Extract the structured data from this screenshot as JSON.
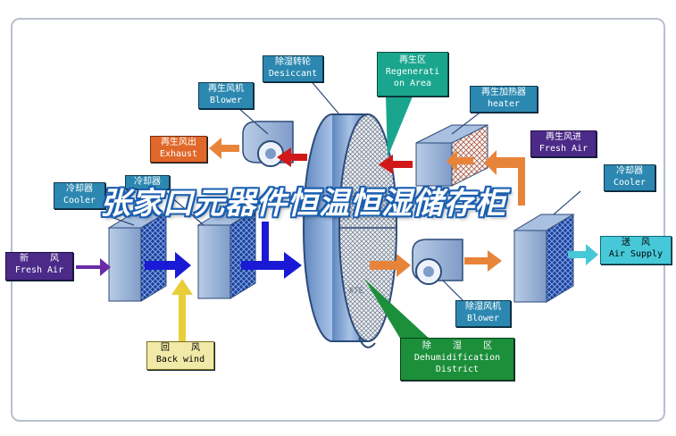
{
  "overlay_title": "张家口元器件恒温恒湿储存柜",
  "labels": {
    "desiccant": {
      "cn": "除湿转轮",
      "en": "Desiccant"
    },
    "regeneration_area": {
      "cn": "再生区",
      "en1": "Regenerati",
      "en2": "on Area"
    },
    "regen_blower": {
      "cn": "再生风机",
      "en": "Blower"
    },
    "regen_heater": {
      "cn": "再生加热器",
      "en": "heater"
    },
    "regen_exhaust": {
      "cn": "再生风出",
      "en": "Exhaust"
    },
    "regen_fresh_air": {
      "cn": "再生风进",
      "en": "Fresh Air"
    },
    "cooler_left": {
      "cn": "冷却器",
      "en": "Cooler"
    },
    "cooler_left2": {
      "cn": "冷却器"
    },
    "cooler_right": {
      "cn": "冷却器",
      "en": "Cooler"
    },
    "fresh_air_in": {
      "cn": "新    风",
      "en": "Fresh Air"
    },
    "air_supply": {
      "cn": "送  风",
      "en": "Air Supply"
    },
    "dehum_blower": {
      "cn": "除湿风机",
      "en": "Blower"
    },
    "back_wind": {
      "cn": "回    风",
      "en": "Back wind"
    },
    "dehum_district": {
      "cn": "除    湿    区",
      "en1": "Dehumidification",
      "en2": "District"
    }
  },
  "colors": {
    "label_blue": "#2c88b0",
    "exhaust_orange": "#e0682a",
    "fresh_air_purple": "#4b2a88",
    "supply_cyan": "#47c8d8",
    "dehum_green": "#1b8f3a",
    "back_wind_yellow": "#f1e9a8",
    "airflow_blue": "#1a1ad6",
    "airflow_red": "#d01818",
    "airflow_orange": "#e8843a"
  },
  "watermark": "XTE"
}
